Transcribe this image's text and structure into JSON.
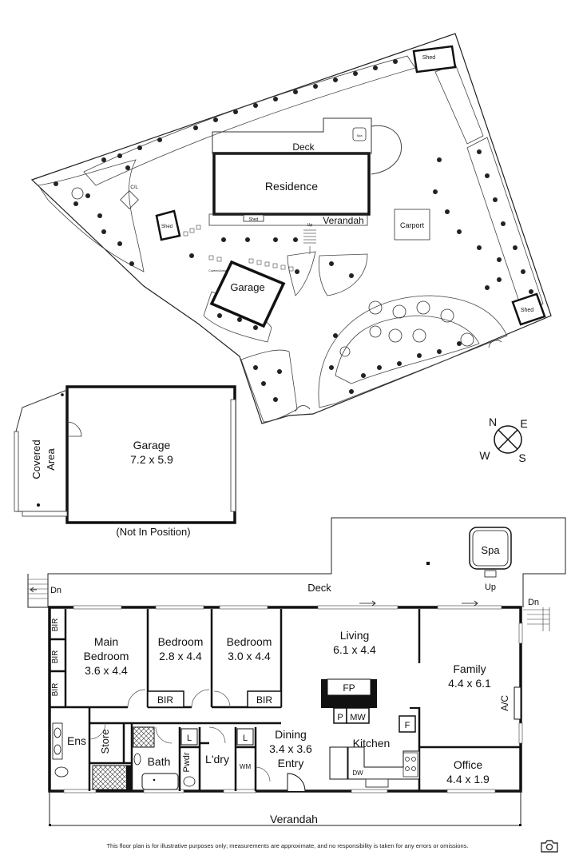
{
  "site": {
    "labels": {
      "deck": "Deck",
      "residence": "Residence",
      "verandah": "Verandah",
      "carport": "Carport",
      "garage": "Garage",
      "shed_top_right": "Shed",
      "shed_right": "Shed",
      "shed_left": "Shed",
      "shed_under_verandah": "Shed",
      "clothesline": "C/L",
      "spa": "Spa",
      "up": "Up",
      "covered_area": "Covered Area"
    }
  },
  "compass": {
    "n": "N",
    "e": "E",
    "s": "S",
    "w": "W"
  },
  "garage_plan": {
    "title": "Garage",
    "dims": "7.2 x 5.9",
    "covered_line1": "Covered",
    "covered_line2": "Area",
    "note": "(Not In Position)"
  },
  "floor": {
    "spa": "Spa",
    "up": "Up",
    "dn_left": "Dn",
    "dn_right": "Dn",
    "deck": "Deck",
    "verandah": "Verandah",
    "rooms": {
      "main_bedroom": {
        "line1": "Main",
        "line2": "Bedroom",
        "dims": "3.6 x 4.4"
      },
      "bedroom2": {
        "name": "Bedroom",
        "dims": "2.8 x 4.4"
      },
      "bedroom3": {
        "name": "Bedroom",
        "dims": "3.0 x 4.4"
      },
      "living": {
        "name": "Living",
        "dims": "6.1 x 4.4"
      },
      "family": {
        "name": "Family",
        "dims": "4.4 x 6.1"
      },
      "dining": {
        "line1": "Dining",
        "dims": "3.4 x 3.6",
        "line2": "Entry"
      },
      "kitchen": {
        "name": "Kitchen"
      },
      "office": {
        "name": "Office",
        "dims": "4.4 x 1.9"
      },
      "ens": {
        "name": "Ens"
      },
      "bath": {
        "name": "Bath"
      },
      "store": {
        "name": "Store"
      },
      "pwdr": {
        "name": "Pwdr"
      },
      "ldry": {
        "name": "L'dry"
      }
    },
    "fixtures": {
      "bir1": "BIR",
      "bir2": "BIR",
      "bir3": "BIR",
      "bir4": "BIR",
      "bir5": "BIR",
      "fp": "FP",
      "p": "P",
      "mw": "MW",
      "f": "F",
      "ac": "A/C",
      "dw": "DW",
      "wm": "WM",
      "l1": "L",
      "l2": "L"
    }
  },
  "disclaimer": "This floor plan is for illustrative purposes only; measurements are approximate, and no responsibility is taken for any errors or omissions.",
  "icons": {
    "camera": "camera-icon",
    "compass": "compass-rose-icon"
  }
}
